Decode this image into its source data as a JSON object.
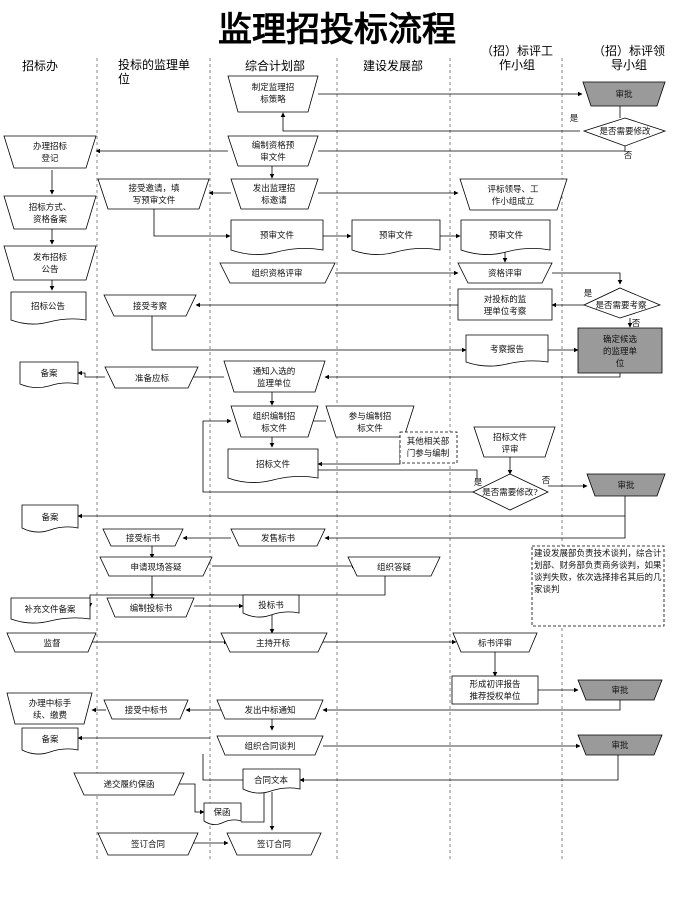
{
  "title": "监理招投标流程",
  "lanes": [
    "招标办",
    "投标的监理单位",
    "综合计划部",
    "建设发展部",
    "（招）标评工作小组",
    "（招）标评领导小组"
  ],
  "nodes": {
    "n_zhiding": "制定监理招标策略",
    "n_shenpi1": "审批",
    "n_xiugai1": "是否需要修改",
    "n_shi1": "是",
    "n_fou1": "否",
    "n_bianzhi": "编制资格预审文件",
    "n_banli": "办理招标登记",
    "n_jieshou": "接受邀请，填写预审文件",
    "n_fachu": "发出监理招标邀请",
    "n_pingbiao": "评标领导、工作小组成立",
    "n_fangshi": "招标方式、资格备案",
    "n_yushen1": "预审文件",
    "n_yushen2": "预审文件",
    "n_yushen3": "预审文件",
    "n_fabu": "发布招标公告",
    "n_zuzhi": "组织资格评审",
    "n_zige": "资格评审",
    "n_gonggao": "招标公告",
    "n_jieshou2": "接受考察",
    "n_kaocha": "对投标的监理单位考察",
    "n_xiugai2": "是否需要考察",
    "n_shi2": "是",
    "n_fou2": "否",
    "n_kaochabg": "考察报告",
    "n_queding": "确定候选的监理单位",
    "n_beian1": "备案",
    "n_zhunbei": "准备应标",
    "n_tongzhi": "通知入选的监理单位",
    "n_zuzhibz": "组织编制招标文件",
    "n_canyu": "参与编制招标文件",
    "n_qita": "其他相关部门参与编制",
    "n_zbwj": "招标文件",
    "n_zbwjps": "招标文件评审",
    "n_xiugai3": "是否需要修改?",
    "n_shi3": "是",
    "n_fou3": "否",
    "n_shenpi2": "审批",
    "n_beian2": "备案",
    "n_jieshoubs": "接受标书",
    "n_fashou": "发售标书",
    "n_shenqing": "申请现场答疑",
    "n_dayi": "组织答疑",
    "n_note": "建设发展部负责技术谈判，综合计划部、财务部负责商务谈判，如果谈判失败，依次选择排名其后的几家谈判",
    "n_buchong": "补充文件备案",
    "n_bianzhibs": "编制投标书",
    "n_toubiao": "投标书",
    "n_jiandu": "监督",
    "n_zhuchi": "主持开标",
    "n_pingshen": "标书评审",
    "n_xingcheng": "形成初评报告推荐授权单位",
    "n_shenpi3": "审批",
    "n_banlizb": "办理中标手续、缴费",
    "n_jieshouzb": "接受中标书",
    "n_fachuzb": "发出中标通知",
    "n_beian3": "备案",
    "n_hetong": "组织合同谈判",
    "n_shenpi4": "审批",
    "n_dijiao": "递交履约保函",
    "n_htwb": "合同文本",
    "n_baohan": "保函",
    "n_qianding1": "签订合同",
    "n_qianding2": "签订合同"
  }
}
